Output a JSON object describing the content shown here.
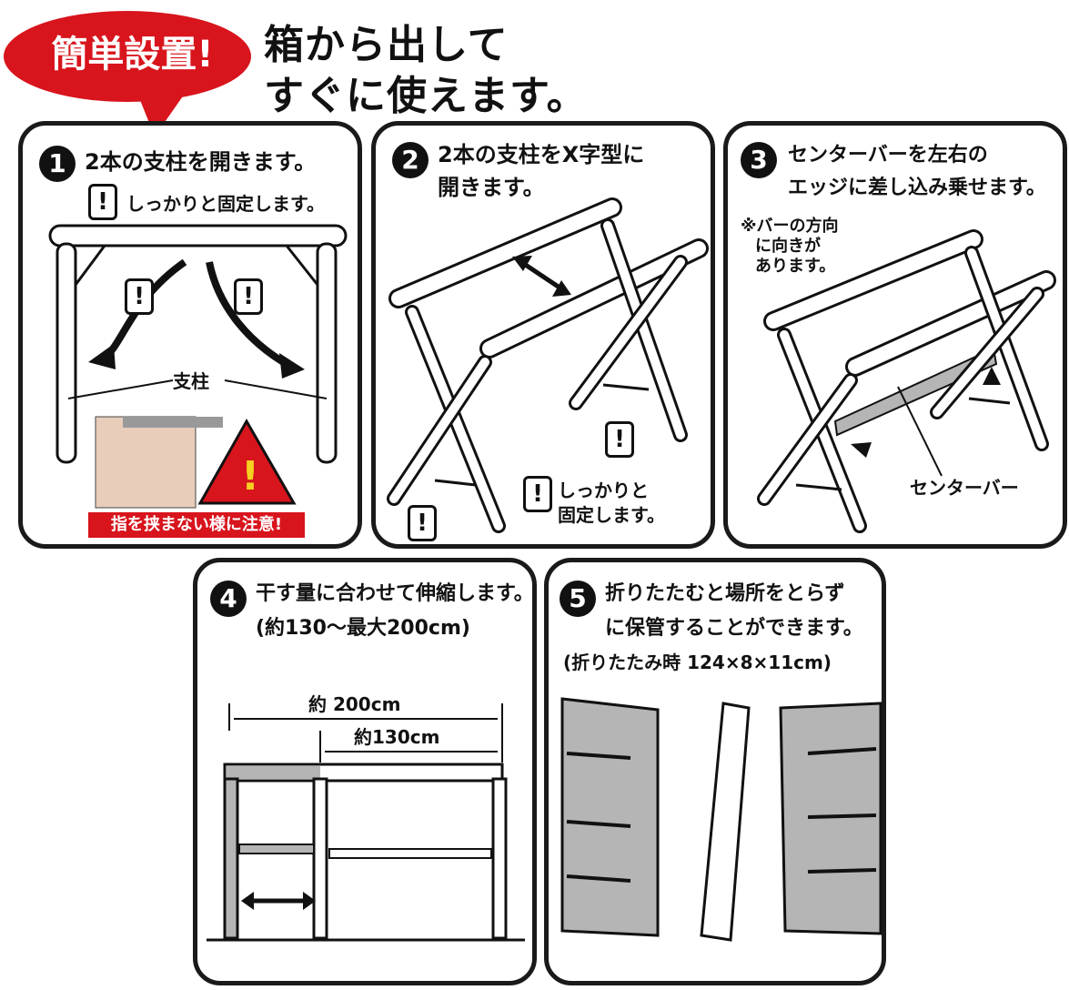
{
  "header": {
    "badge": "簡単設置!",
    "headline_line1": "箱から出して",
    "headline_line2": "すぐに使えます。"
  },
  "steps": [
    {
      "number": "1",
      "title_line1": "2本の支柱を開きます。",
      "note": "しっかりと固定します。",
      "label": "支柱",
      "warning": "指を挟まない様に注意!"
    },
    {
      "number": "2",
      "title_line1": "2本の支柱をX字型に",
      "title_line2": "開きます。",
      "note_line1": "しっかりと",
      "note_line2": "固定します。"
    },
    {
      "number": "3",
      "title_line1": "センターバーを左右の",
      "title_line2": "エッジに差し込み乗せます。",
      "note_line1": "※バーの方向",
      "note_line2": "に向きが",
      "note_line3": "あります。",
      "label": "センターバー"
    },
    {
      "number": "4",
      "title_line1": "干す量に合わせて伸縮します。",
      "title_line2": "(約130～最大200cm)",
      "dim_long": "約 200cm",
      "dim_short": "約130cm"
    },
    {
      "number": "5",
      "title_line1": "折りたたむと場所をとらず",
      "title_line2": "に保管することができます。",
      "title_line3": "(折りたたみ時 124×8×11cm)"
    }
  ],
  "exclamation": "!",
  "colors": {
    "accent_red": "#d8141c",
    "panel_border": "#1a1a1a",
    "bar_gray": "#b5b5b5"
  }
}
